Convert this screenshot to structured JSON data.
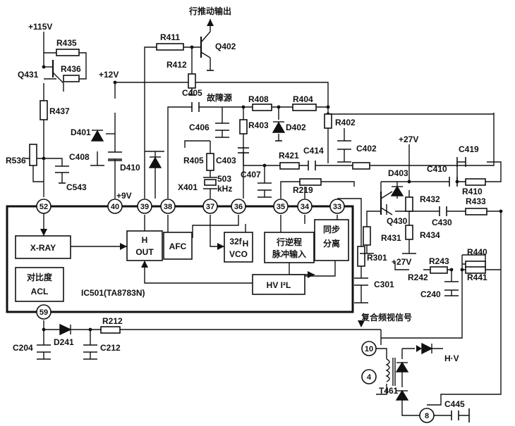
{
  "labels": {
    "hdrive_out": "行推动输出",
    "v115": "+115V",
    "v12": "+12V",
    "v9": "+9V",
    "v27a": "+27V",
    "v27b": "+27V",
    "fault_src": "故障源",
    "composite_video": "复合频视信号",
    "hv": "H·V",
    "ic_name": "IC501(TA8783N)",
    "xtal_freq1": "503",
    "xtal_freq2": "kHz"
  },
  "blocks": {
    "xray": "X-RAY",
    "hout1": "H",
    "hout2": "OUT",
    "afc": "AFC",
    "vco1": "32f",
    "vco_sub": "H",
    "vco2": "VCO",
    "flyback1": "行逆程",
    "flyback2": "脉冲输入",
    "sync1": "同步",
    "sync2": "分离",
    "hvi2l": "HV I²L",
    "acl1": "对比度",
    "acl2": "ACL"
  },
  "pins": [
    "52",
    "40",
    "39",
    "38",
    "37",
    "36",
    "35",
    "34",
    "33",
    "59",
    "10",
    "4",
    "8"
  ],
  "components": {
    "Q402": "Q402",
    "Q431": "Q431",
    "Q430": "Q430",
    "T461": "T461",
    "R411": "R411",
    "R412": "R412",
    "R435": "R435",
    "R436": "R436",
    "R437": "R437",
    "R536": "R536",
    "R408": "R408",
    "R404": "R404",
    "R403": "R403",
    "R402": "R402",
    "R405": "R405",
    "R421": "R421",
    "R219": "R219",
    "R432": "R432",
    "R433": "R433",
    "R410": "R410",
    "R431": "R431",
    "R434": "R434",
    "R301": "R301",
    "R243": "R243",
    "R242": "R242",
    "R440": "R440",
    "R441": "R441",
    "R212": "R212",
    "C405": "C405",
    "C406": "C406",
    "C403": "C403",
    "C407": "C407",
    "C414": "C414",
    "C402": "C402",
    "C408": "C408",
    "C543": "C543",
    "C410": "C410",
    "C419": "C419",
    "C430": "C430",
    "C301": "C301",
    "C240": "C240",
    "C204": "C204",
    "C212": "C212",
    "C445": "C445",
    "D401": "D401",
    "D410": "D410",
    "D402": "D402",
    "D403": "D403",
    "D241": "D241",
    "X401": "X401"
  }
}
